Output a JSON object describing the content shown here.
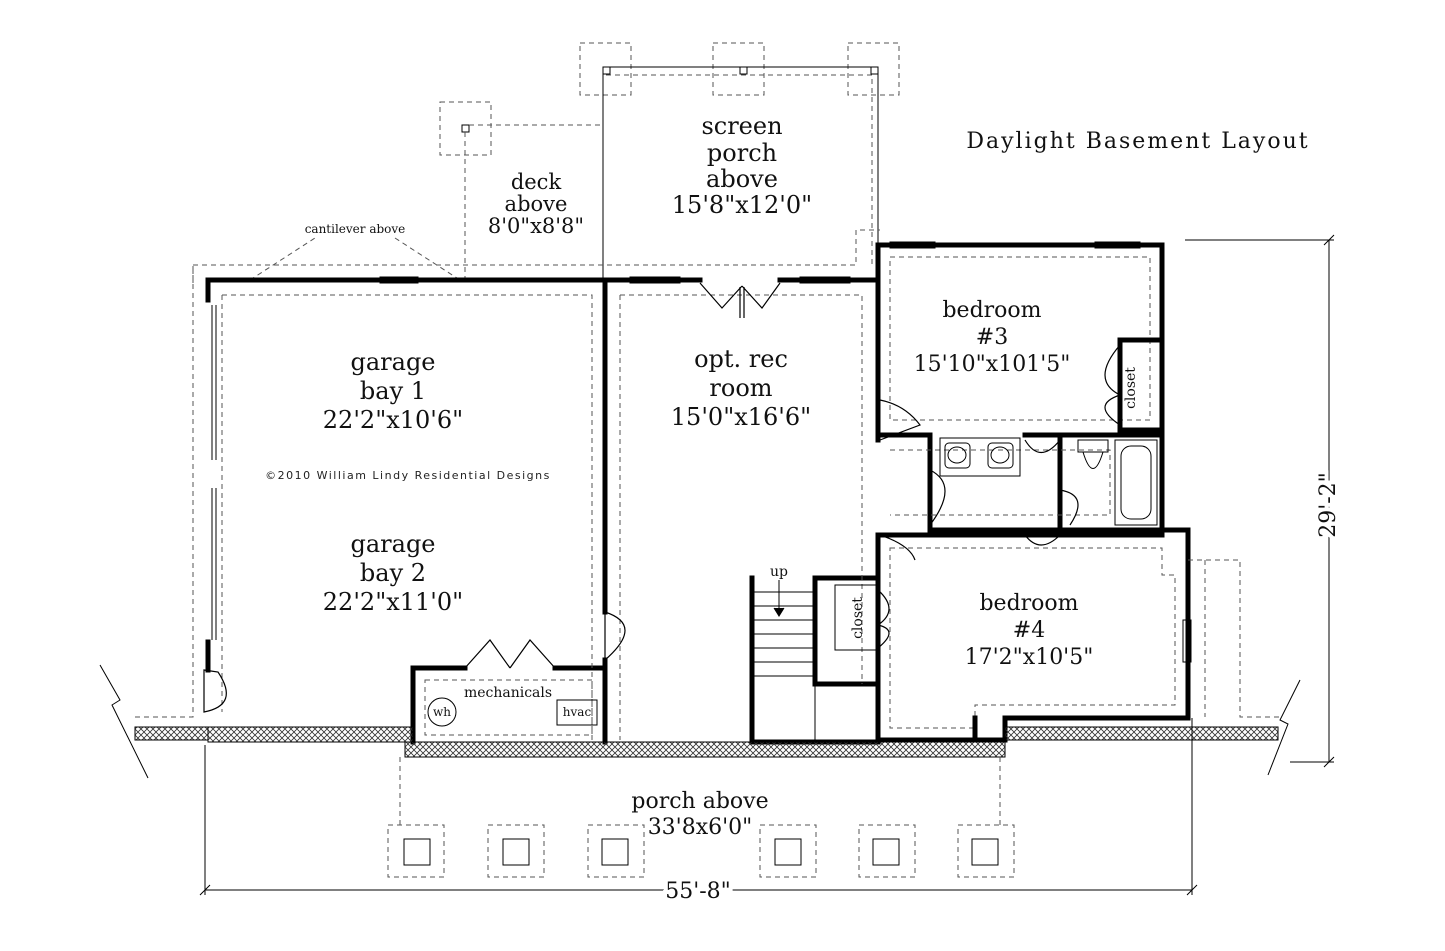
{
  "title": "Daylight Basement Layout",
  "copyright": "©2010 William Lindy Residential Designs",
  "annotations": {
    "cantilever": "cantilever above",
    "up": "up",
    "mechanicals": "mechanicals",
    "wh": "wh",
    "hvac": "hvac",
    "closet_bedroom3": "closet",
    "closet_stair": "closet"
  },
  "rooms": {
    "screen_porch": {
      "line1": "screen",
      "line2": "porch",
      "line3": "above",
      "dims": "15'8\"x12'0\""
    },
    "deck": {
      "line1": "deck",
      "line2": "above",
      "dims": "8'0\"x8'8\""
    },
    "garage_bay1": {
      "line1": "garage",
      "line2": "bay 1",
      "dims": "22'2\"x10'6\""
    },
    "garage_bay2": {
      "line1": "garage",
      "line2": "bay 2",
      "dims": "22'2\"x11'0\""
    },
    "rec_room": {
      "line1": "opt. rec",
      "line2": "room",
      "dims": "15'0\"x16'6\""
    },
    "bedroom3": {
      "line1": "bedroom",
      "line2": "#3",
      "dims": "15'10\"x101'5\""
    },
    "bedroom4": {
      "line1": "bedroom",
      "line2": "#4",
      "dims": "17'2\"x10'5\""
    },
    "porch": {
      "line1": "porch above",
      "dims": "33'8x6'0\""
    }
  },
  "dimensions": {
    "overall_width": "55'-8\"",
    "overall_depth": "29'-2\""
  }
}
